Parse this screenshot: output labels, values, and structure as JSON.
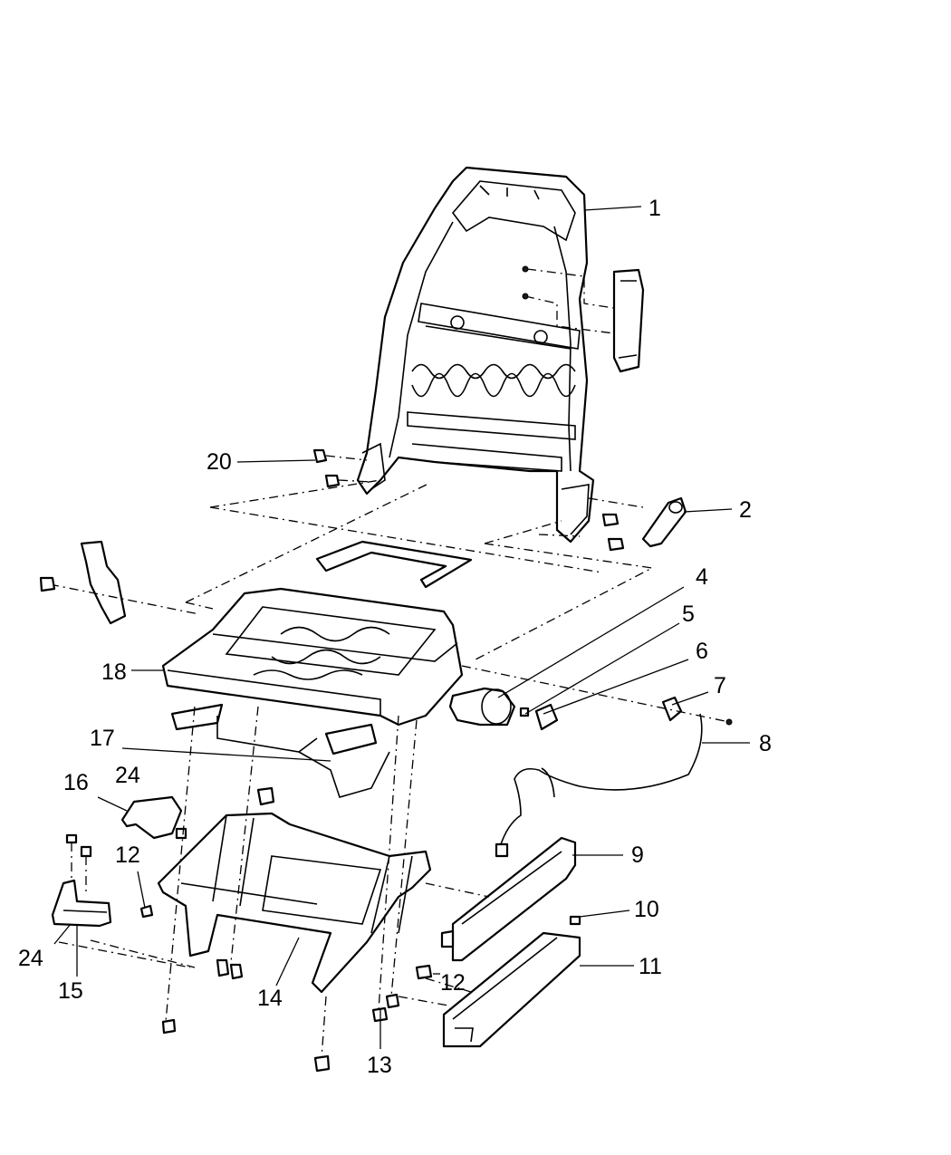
{
  "callouts": [
    {
      "id": "1",
      "label": "1"
    },
    {
      "id": "2",
      "label": "2"
    },
    {
      "id": "4",
      "label": "4"
    },
    {
      "id": "5",
      "label": "5"
    },
    {
      "id": "6",
      "label": "6"
    },
    {
      "id": "7",
      "label": "7"
    },
    {
      "id": "8",
      "label": "8"
    },
    {
      "id": "9",
      "label": "9"
    },
    {
      "id": "10",
      "label": "10"
    },
    {
      "id": "11",
      "label": "11"
    },
    {
      "id": "12a",
      "label": "12"
    },
    {
      "id": "12b",
      "label": "12"
    },
    {
      "id": "13",
      "label": "13"
    },
    {
      "id": "14",
      "label": "14"
    },
    {
      "id": "15",
      "label": "15"
    },
    {
      "id": "16",
      "label": "16"
    },
    {
      "id": "17",
      "label": "17"
    },
    {
      "id": "18",
      "label": "18"
    },
    {
      "id": "20",
      "label": "20"
    },
    {
      "id": "24a",
      "label": "24"
    },
    {
      "id": "24b",
      "label": "24"
    }
  ]
}
